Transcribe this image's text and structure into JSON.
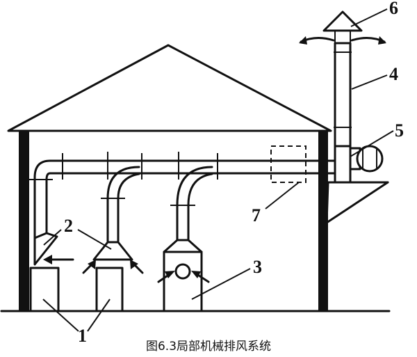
{
  "labels": {
    "hood_opening": "1",
    "exhaust_hood": "2",
    "fan_box": "3",
    "stack": "4",
    "fan": "5",
    "rain_cap": "6",
    "duct_section": "7"
  },
  "caption": "图6.3局部机械排风系统"
}
